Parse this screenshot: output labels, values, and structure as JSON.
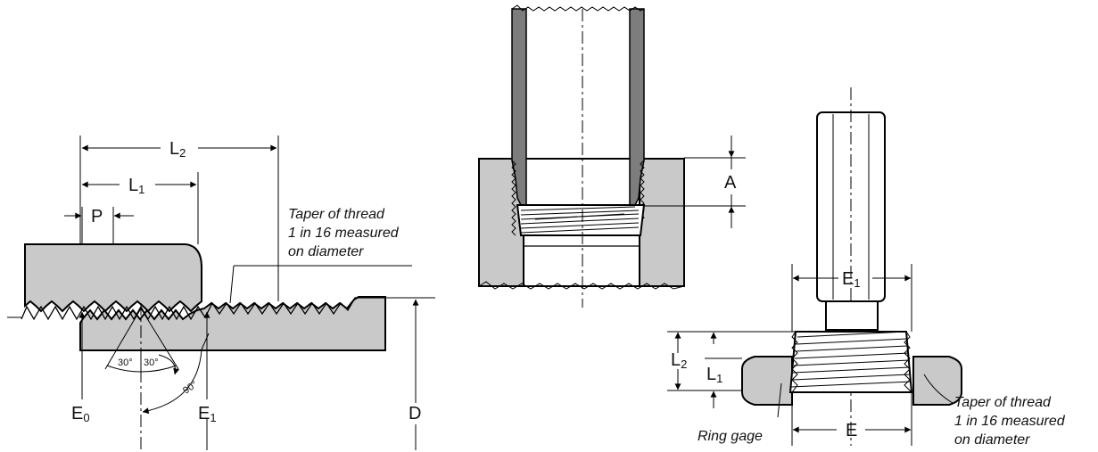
{
  "left_view": {
    "dim_L2": {
      "main": "L",
      "sub": "2"
    },
    "dim_L1": {
      "main": "L",
      "sub": "1"
    },
    "dim_P": "P",
    "taper_note": [
      "Taper of thread",
      "1 in 16 measured",
      "on diameter"
    ],
    "angle_left": "30°",
    "angle_right": "30°",
    "angle_90": "90°",
    "dim_E0": {
      "main": "E",
      "sub": "0"
    },
    "dim_E1": {
      "main": "E",
      "sub": "1"
    },
    "dim_D": "D"
  },
  "middle_view": {
    "dim_A": "A"
  },
  "right_view": {
    "dim_E1": {
      "main": "E",
      "sub": "1"
    },
    "dim_L2": {
      "main": "L",
      "sub": "2"
    },
    "dim_L1": {
      "main": "L",
      "sub": "1"
    },
    "dim_E": "E",
    "ring_gage_label": "Ring gage",
    "taper_note": [
      "Taper of thread",
      "1 in 16 measured",
      "on diameter"
    ]
  }
}
